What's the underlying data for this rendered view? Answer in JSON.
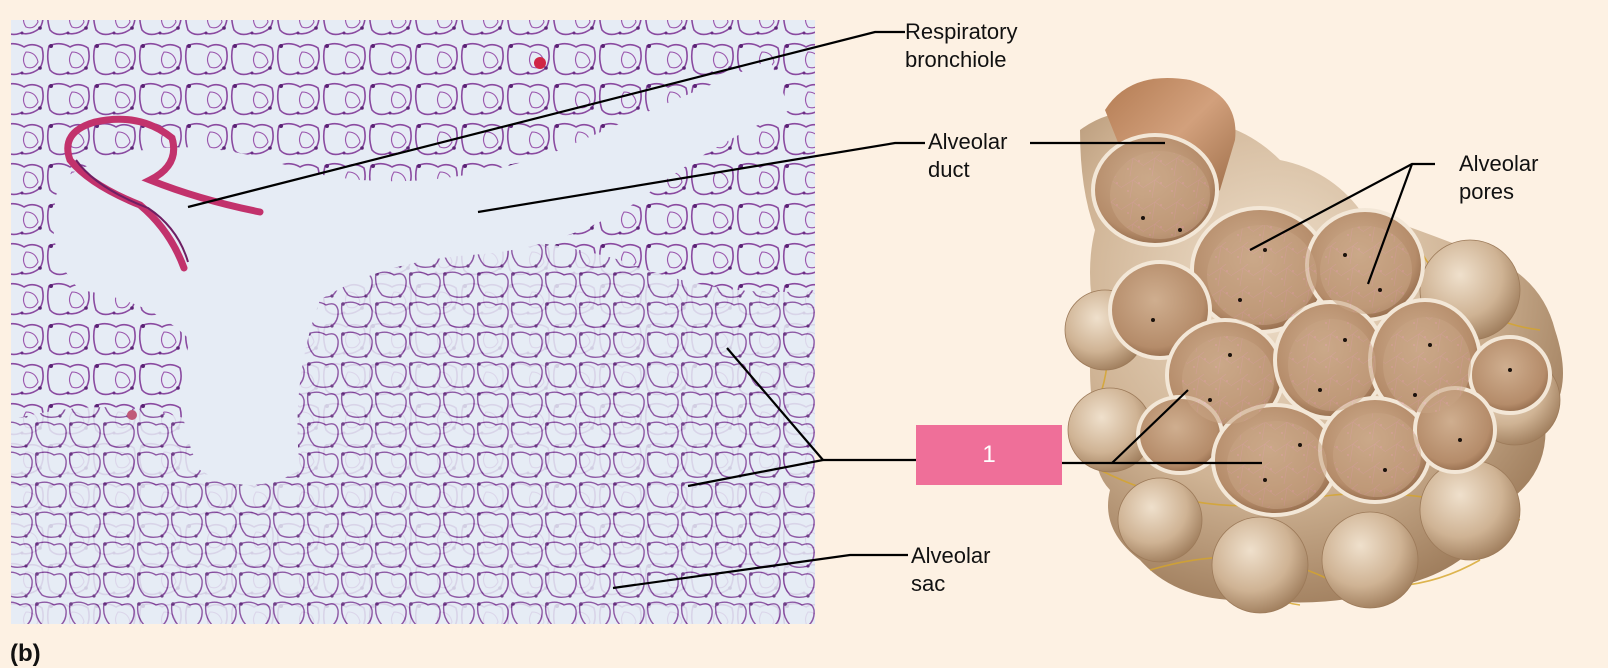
{
  "labels": {
    "respiratory_bronchiole": "Respiratory\nbronchiole",
    "alveolar_duct": "Alveolar\nduct",
    "alveolar_pores": "Alveolar\npores",
    "alveolar_sac": "Alveolar\nsac"
  },
  "answer_box": "1",
  "panel_letter": "(b)",
  "colors": {
    "background": "#fdf1e3",
    "micrograph_bg": "#e6ecf5",
    "tissue": "#7b3a93",
    "bronchiole_wall": "#c2326c",
    "answer_box": "#ef6f99",
    "alveolus": "#c9a889",
    "duct": "#a7744e"
  }
}
